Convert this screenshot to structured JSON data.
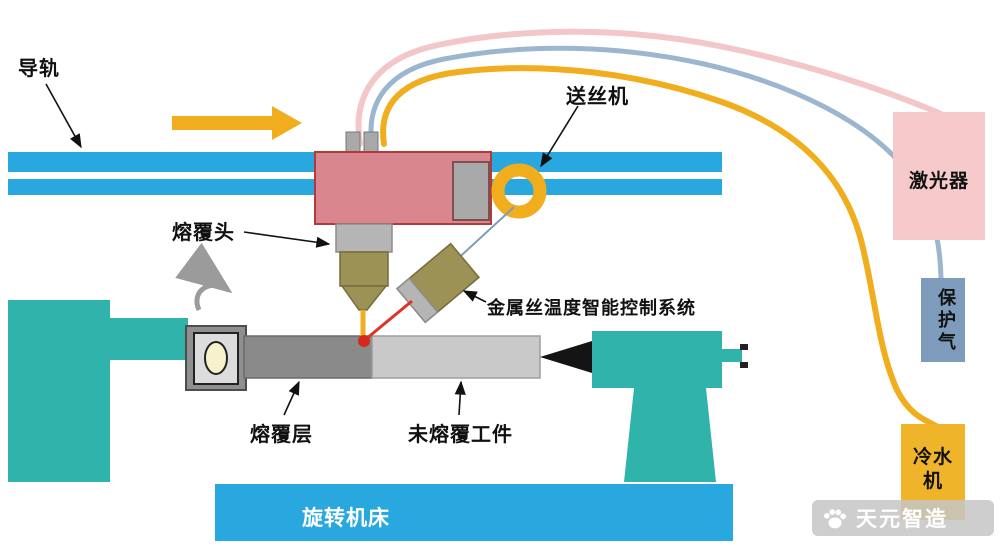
{
  "diagram": {
    "labels": {
      "guide_rail": "导轨",
      "wire_feeder": "送丝机",
      "cladding_head": "熔覆头",
      "temp_control": "金属丝温度智能控制系统",
      "cladding_layer": "熔覆层",
      "unclad_workpiece": "未熔覆工件",
      "rotary_lathe": "旋转机床",
      "laser": "激光器",
      "protective_gas": "保护气",
      "water_chiller": "冷水机"
    },
    "watermark": {
      "brand": "天元智造"
    },
    "colors": {
      "rail_blue": "#29a7df",
      "machine_teal": "#2fb3ab",
      "carriage_pink": "#d9868e",
      "head_olive": "#9d9255",
      "accent_yellow": "#f0ad1d",
      "tube_pink": "#f3c7c7",
      "tube_blue": "#9cb6d0",
      "laser_box_pink": "#f6c9cb",
      "gas_box_blue": "#7d9cbb",
      "chiller_yellow": "#f0b42a",
      "beam_red": "#e03226"
    }
  }
}
